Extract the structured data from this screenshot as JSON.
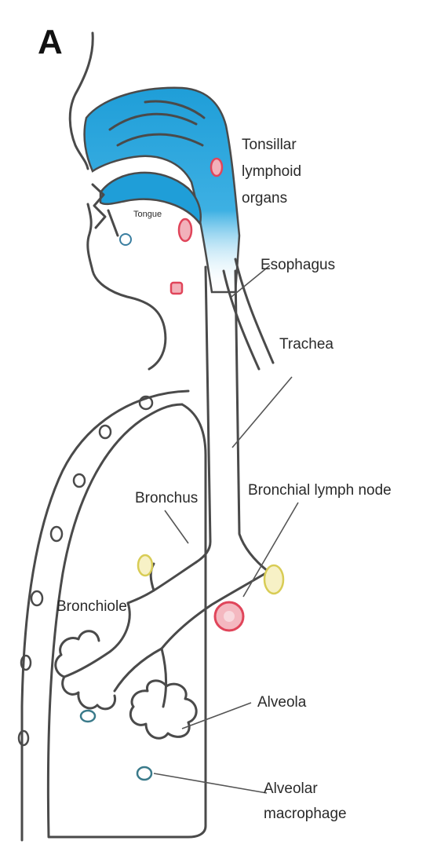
{
  "panel_letter": "A",
  "labels": {
    "tonsillar": [
      "Tonsillar",
      "lymphoid",
      "organs"
    ],
    "tongue": "Tongue",
    "esophagus": "Esophagus",
    "trachea": "Trachea",
    "bronchial_lymph_node": "Bronchial lymph node",
    "bronchus": "Bronchus",
    "bronchiole": "Bronchiole",
    "alveola": "Alveola",
    "alveolar_macrophage": [
      "Alveolar",
      "macrophage"
    ]
  },
  "colors": {
    "airway_fill": "#2aa6dc",
    "lymph_node": "#e0455a",
    "lymph_yellow": "#d8cc55",
    "outline": "#4a4a4a"
  }
}
